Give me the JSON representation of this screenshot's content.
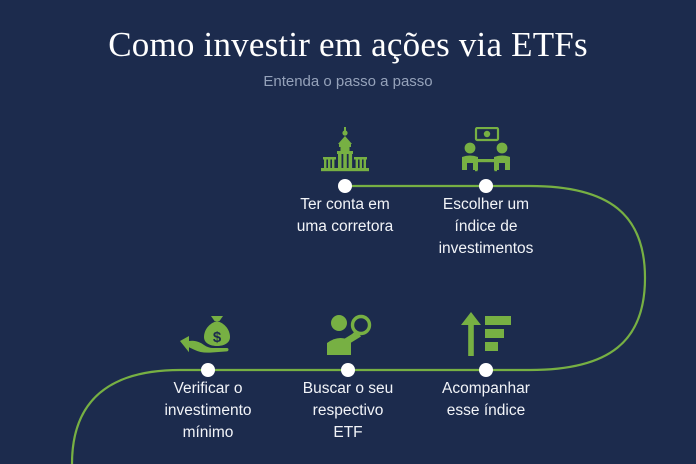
{
  "header": {
    "title": "Como investir em ações via ETFs",
    "subtitle": "Entenda o passo a passo"
  },
  "theme": {
    "background": "#1c2b4d",
    "accent_green": "#77b043",
    "title_color": "#ffffff",
    "subtitle_color": "#95a2ba",
    "label_color": "#f2f4f8",
    "dot_color": "#ffffff"
  },
  "flow": {
    "rows": [
      {
        "name": "top-row",
        "steps": [
          {
            "index": 1,
            "icon": "bank-building-icon",
            "label": "Ter conta em uma corretora",
            "line1": "Ter conta em",
            "line2": "uma corretora",
            "line3": ""
          },
          {
            "index": 2,
            "icon": "meeting-money-icon",
            "label": "Escolher um índice de investimentos",
            "line1": "Escolher um",
            "line2": "índice de",
            "line3": "investimentos"
          }
        ]
      },
      {
        "name": "bottom-row",
        "steps": [
          {
            "index": 3,
            "icon": "hand-money-bag-icon",
            "label": "Verificar o investimento mínimo",
            "line1": "Verificar o",
            "line2": "investimento",
            "line3": "mínimo"
          },
          {
            "index": 4,
            "icon": "person-magnifier-icon",
            "label": "Buscar o seu respectivo ETF",
            "line1": "Buscar o seu",
            "line2": "respectivo",
            "line3": "ETF"
          },
          {
            "index": 5,
            "icon": "growth-bars-arrow-icon",
            "label": "Acompanhar esse índice",
            "line1": "Acompanhar",
            "line2": "esse índice",
            "line3": ""
          }
        ]
      }
    ]
  }
}
